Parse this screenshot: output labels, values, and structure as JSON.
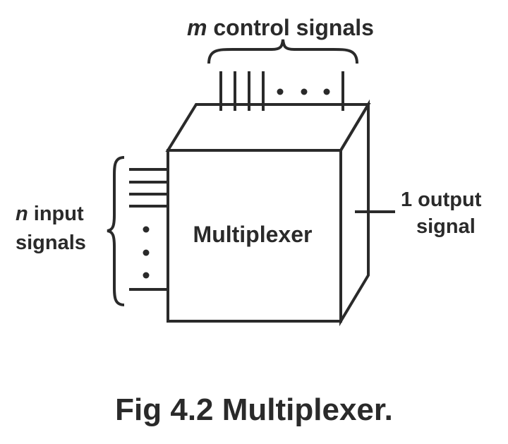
{
  "diagram": {
    "control_label_var": "m",
    "control_label_text": " control signals",
    "input_label_var": "n",
    "input_label_line1": " input",
    "input_label_line2": "signals",
    "output_label_line1": "1 output",
    "output_label_line2": "signal",
    "block_label": "Multiplexer",
    "caption": "Fig 4.2 Multiplexer."
  }
}
